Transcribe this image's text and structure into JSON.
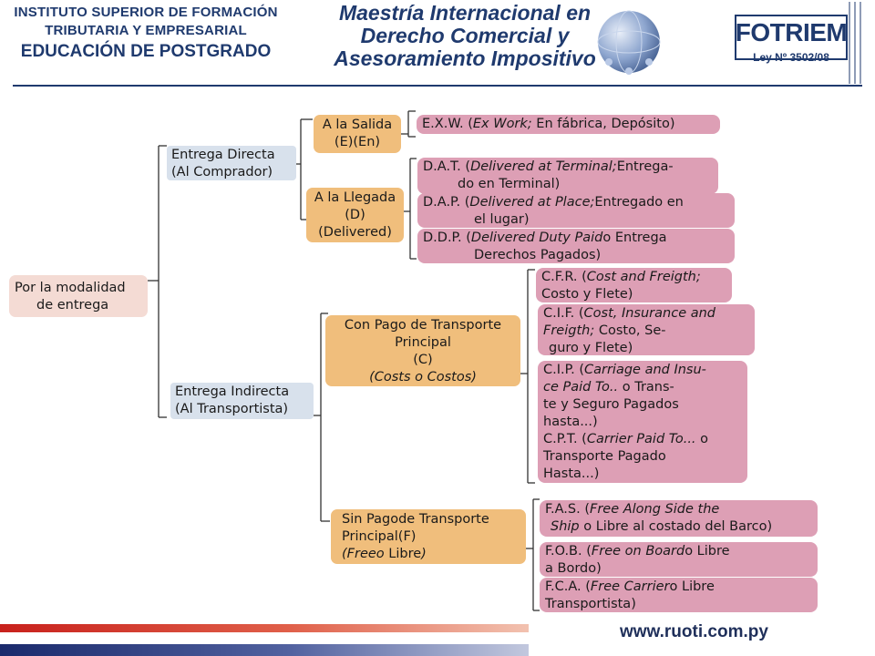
{
  "header": {
    "institute_line1": "INSTITUTO SUPERIOR DE FORMACIÓN",
    "institute_line2": "TRIBUTARIA Y EMPRESARIAL",
    "institute_line3": "EDUCACIÓN DE POSTGRADO",
    "program_line1": "Maestría Internacional en",
    "program_line2": "Derecho Comercial y",
    "program_line3": "Asesoramiento Impositivo",
    "logo_title": "FOTRIEM",
    "logo_subtitle": "Ley Nº 3502/08"
  },
  "diagram": {
    "root": {
      "line1": "Por la modalidad",
      "line2": "de entrega"
    },
    "direct": {
      "line1": "Entrega Directa",
      "line2": "(Al Comprador)",
      "salida": {
        "line1": "A la Salida",
        "line2": "(E)(En)"
      },
      "exw": {
        "pre": "E.X.W. (",
        "italic": "Ex Work;",
        "post": " En fábrica, Depósito)"
      },
      "llegada": {
        "line1": "A la Llegada",
        "line2": "(D)",
        "line3": "(Delivered)"
      },
      "dat": {
        "pre": "D.A.T. (",
        "italic": "Delivered at Terminal;",
        "post": "Entrega-",
        "line2": "do en Terminal)"
      },
      "dap": {
        "pre": "D.A.P. (",
        "italic": "Delivered at Place;",
        "post": "Entregado en",
        "line2": "el lugar)"
      },
      "ddp": {
        "pre": "D.D.P. (",
        "italic": "Delivered Duty Paid",
        "post": "o Entrega",
        "line2": "Derechos Pagados)"
      }
    },
    "indirect": {
      "line1": "Entrega Indirecta",
      "line2": "(Al Transportista)",
      "con_pago": {
        "line1": "Con Pago de Transporte",
        "line2": "Principal",
        "line3": "(C)",
        "line4_italic": "(Costs o Costos)"
      },
      "cfr": {
        "pre": "C.F.R. (",
        "italic": "Cost and Freigth;",
        "line2": "Costo y Flete)"
      },
      "cif": {
        "pre": "C.I.F. (",
        "italic": "Cost, Insurance and",
        "line2_italic": "Freigth;",
        "line2_post": " Costo, Se-",
        "line3": "guro y Flete)"
      },
      "cip": {
        "pre": "C.I.P. (",
        "italic1": "Carriage and Insu-",
        "line2_italic": "ce Paid To..",
        "line2_post": " o Trans-",
        "line3": "te y Seguro Pagados",
        "line4": "hasta...)",
        "cpt_pre": "C.P.T. (",
        "cpt_italic": "Carrier Paid To...",
        "cpt_post": " o",
        "line6": "Transporte Pagado",
        "line7": "Hasta...)"
      },
      "sin_pago": {
        "line1": "Sin Pagode Transporte",
        "line2": "Principal(F)",
        "line3_italic": "(Freeo",
        "line3_post": " Libre",
        "line3_end": ")"
      },
      "fas": {
        "pre": "F.A.S. (",
        "italic": "Free Along Side the",
        "line2_italic": "Ship",
        "line2_post": " o Libre al costado del Barco)"
      },
      "fob": {
        "pre": "F.O.B. (",
        "italic": "Free on Board",
        "post": "o Libre",
        "line2": "a Bordo)"
      },
      "fca": {
        "pre": "F.C.A. (",
        "italic": "Free Carrier",
        "post": "o Libre",
        "line2": "Transportista)"
      }
    }
  },
  "footer": {
    "url": "www.ruoti.com.py"
  },
  "colors": {
    "navy": "#1f3a6e",
    "pink": "#dd9fb5",
    "orange": "#f0be7c",
    "blue": "#d8e1ec",
    "salmon": "#f4dbd4",
    "red_bar": "#c8211c"
  }
}
